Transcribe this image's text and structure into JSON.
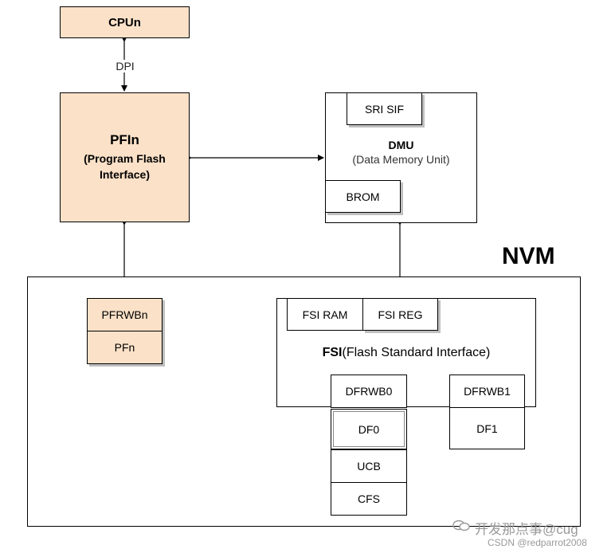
{
  "cpu": {
    "label": "CPUn"
  },
  "dpi": {
    "label": "DPI"
  },
  "pfi": {
    "title": "PFIn",
    "subtitle_line1": "(Program Flash",
    "subtitle_line2": "Interface)"
  },
  "dmu": {
    "sri": "SRI SIF",
    "title": "DMU",
    "subtitle": "(Data Memory Unit)",
    "brom": "BROM"
  },
  "nvm": {
    "label": "NVM"
  },
  "pflash": {
    "rwb": "PFRWBn",
    "pf": "PFn"
  },
  "fsi": {
    "ram": "FSI RAM",
    "reg": "FSI REG",
    "title_bold": "FSI",
    "title_rest": "(Flash Standard Interface)"
  },
  "dflash0": {
    "rwb": "DFRWB0",
    "df": "DF0",
    "ucb": "UCB",
    "cfs": "CFS"
  },
  "dflash1": {
    "rwb": "DFRWB1",
    "df": "DF1"
  },
  "watermark": {
    "line1": "开发那点事@cug",
    "line2": "CSDN @redparrot2008"
  }
}
